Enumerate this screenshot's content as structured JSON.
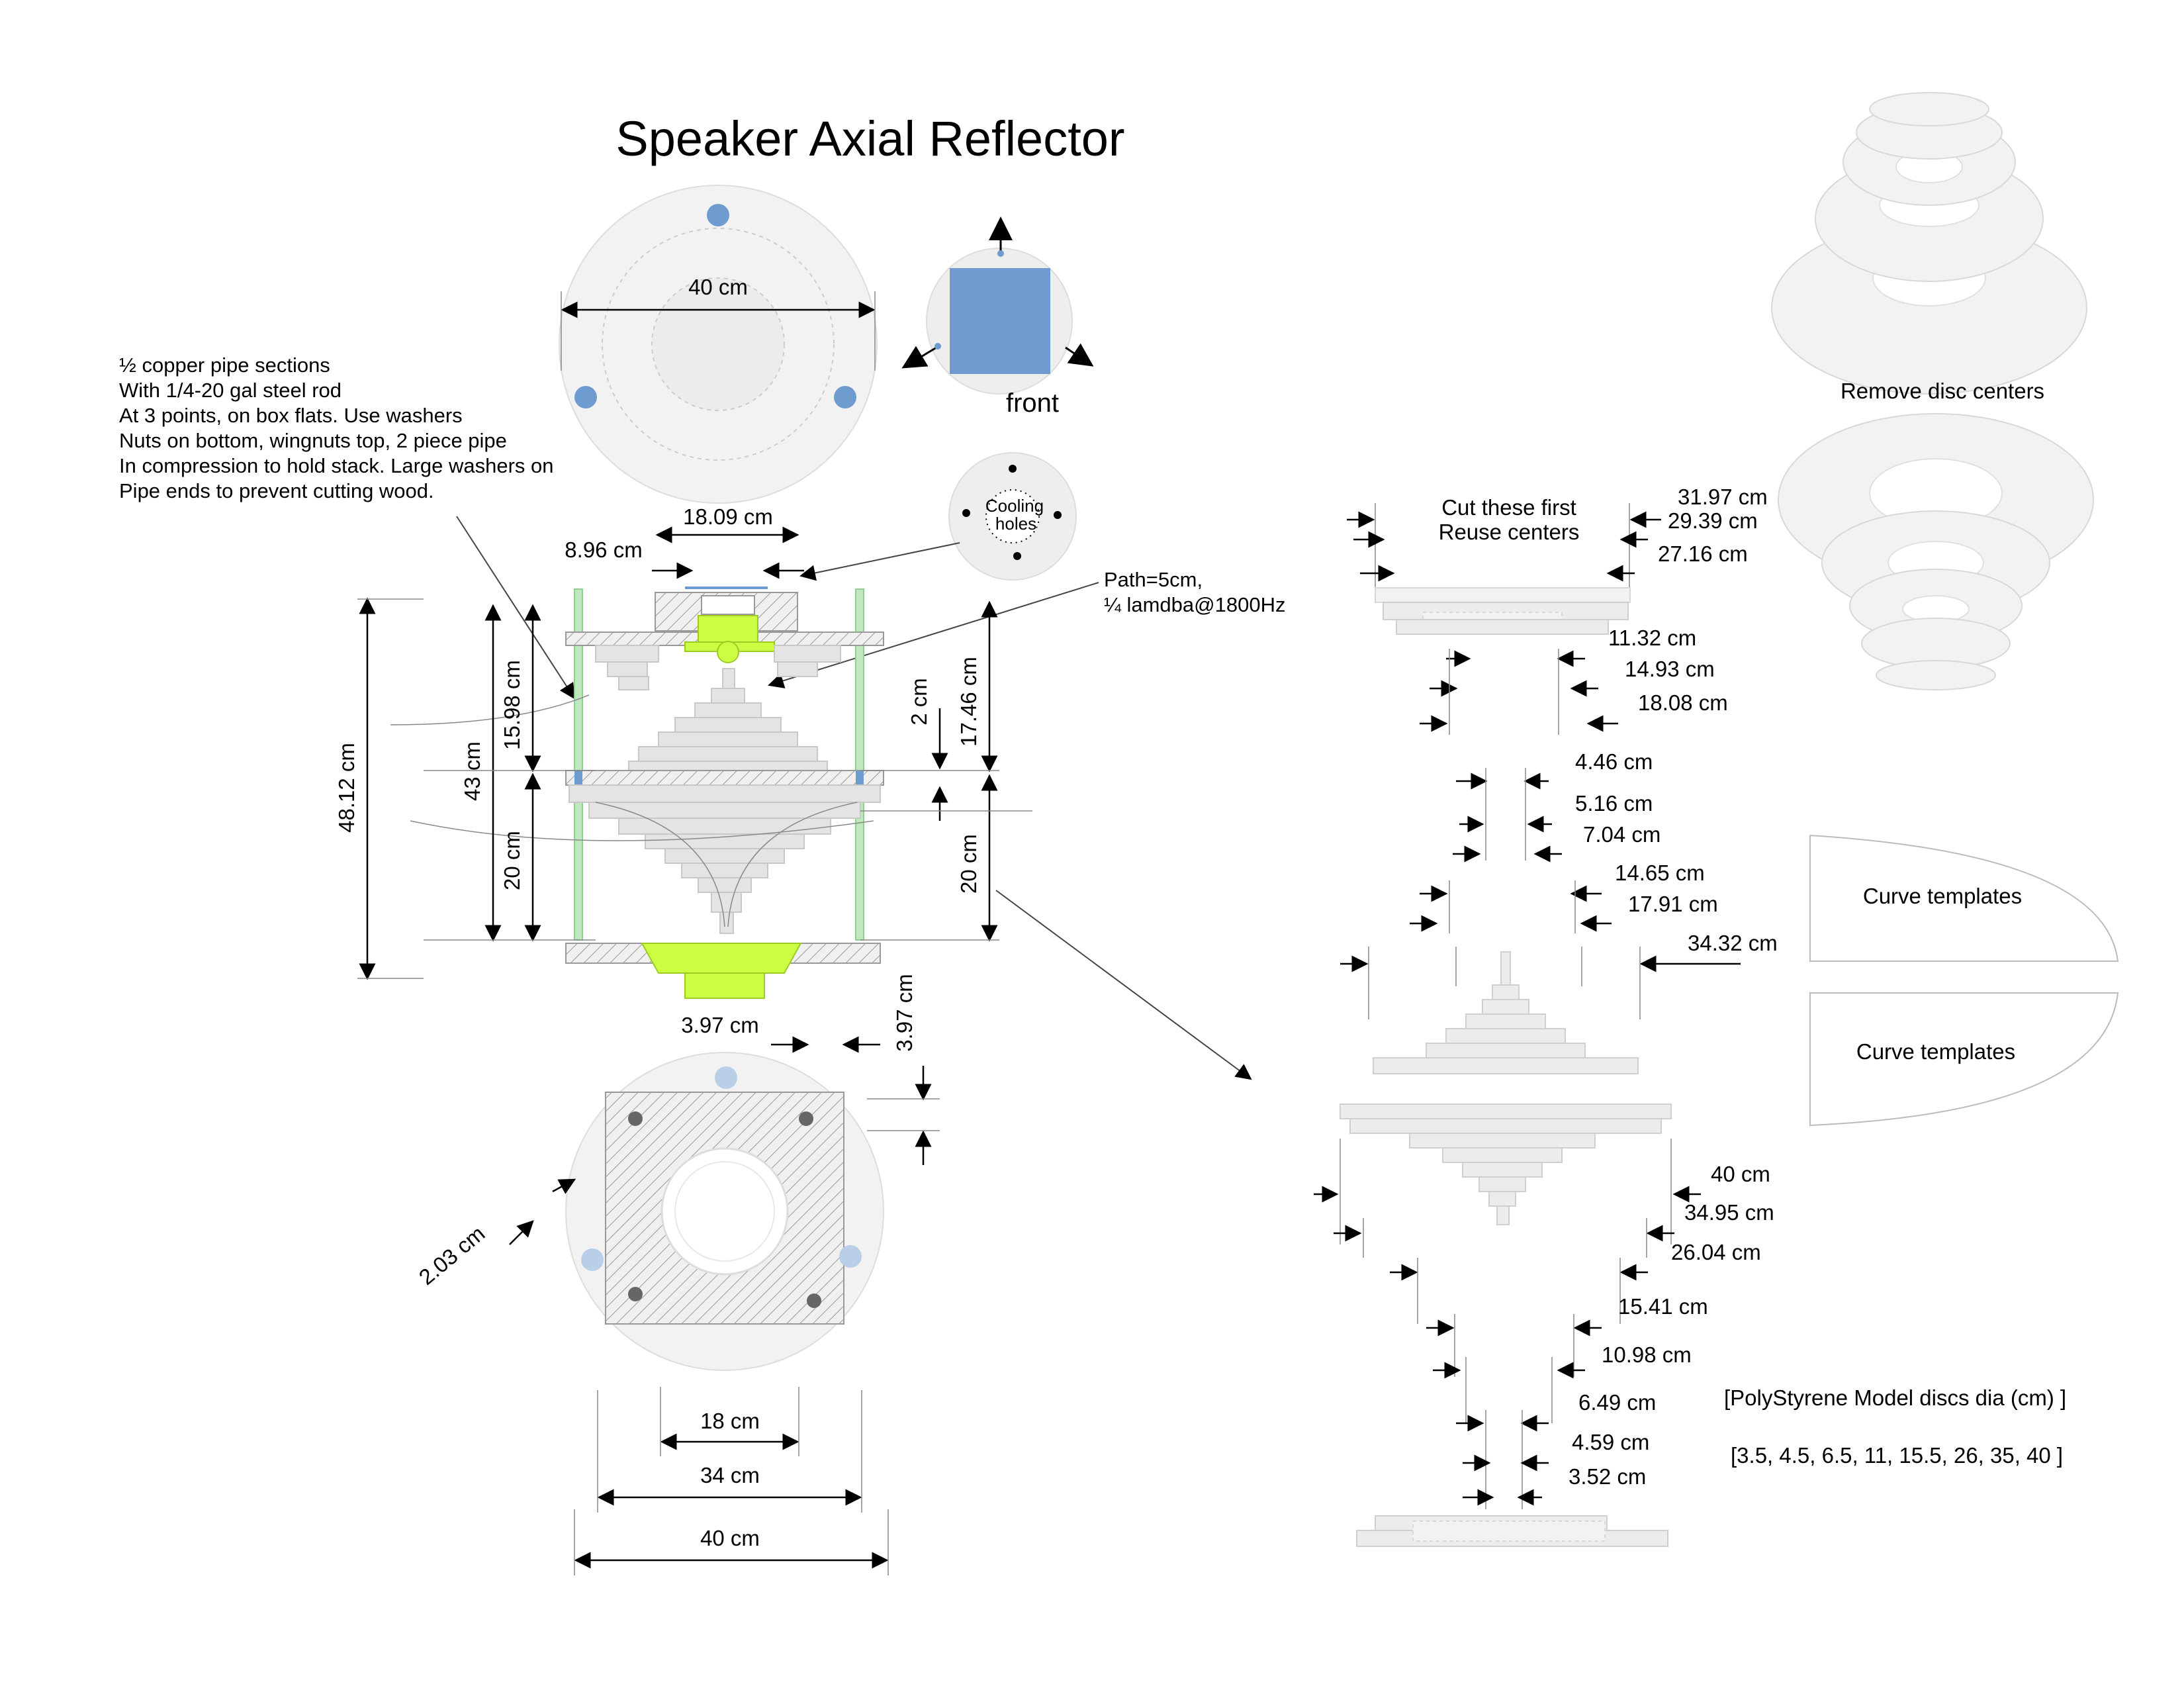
{
  "title": "Speaker Axial Reflector",
  "top_view": {
    "diameter_label": "40 cm",
    "front_label": "front"
  },
  "cooling": {
    "label_line1": "Cooling",
    "label_line2": "holes"
  },
  "note": {
    "lines": [
      "½ copper pipe sections",
      "With 1/4-20 gal steel rod",
      "At 3 points, on box flats. Use washers",
      "Nuts on bottom, wingnuts top, 2 piece pipe",
      "In compression to hold stack. Large washers on",
      "Pipe ends to prevent cutting wood."
    ]
  },
  "path_note": {
    "line1": "Path=5cm,",
    "line2": "¼ lamdba@1800Hz"
  },
  "side_view": {
    "dim_top_outer": "18.09 cm",
    "dim_top_inner": "8.96 cm",
    "dim_total_height": "48.12 cm",
    "dim_stack_height": "43 cm",
    "dim_upper": "15.98 cm",
    "dim_lower_left": "20 cm",
    "dim_gap": "2 cm",
    "dim_upper_right": "17.46 cm",
    "dim_lower_right": "20 cm",
    "dim_foot_width": "3.97 cm",
    "dim_foot_height": "3.97 cm"
  },
  "bottom_view": {
    "dim_hole_offset": "2.03 cm",
    "dim_inner": "18 cm",
    "dim_square": "34 cm",
    "dim_outer": "40 cm"
  },
  "right_column": {
    "cut_note_line1": "Cut these first",
    "cut_note_line2": "Reuse centers",
    "upper_dims": [
      "31.97 cm",
      "29.39 cm",
      "27.16 cm",
      "11.32 cm",
      "14.93 cm",
      "18.08 cm",
      "4.46 cm",
      "5.16 cm",
      "7.04 cm",
      "14.65 cm",
      "17.91 cm",
      "34.32 cm"
    ],
    "lower_dims": [
      "40 cm",
      "34.95 cm",
      "26.04 cm",
      "15.41 cm",
      "10.98 cm",
      "6.49 cm",
      "4.59 cm",
      "3.52 cm"
    ]
  },
  "remove_label": "Remove disc centers",
  "curve_templates": [
    "Curve templates",
    "Curve templates"
  ],
  "polystyrene": {
    "line1": "[PolyStyrene Model discs dia (cm) ]",
    "line2": "[3.5, 4.5, 6.5, 11, 15.5, 26, 35, 40 ]"
  },
  "colors": {
    "accent_blue": "#6e9bd0",
    "lime": "#ccff44",
    "pipe_green": "#9ed89e",
    "disc_grey": "#e4e4e4"
  }
}
